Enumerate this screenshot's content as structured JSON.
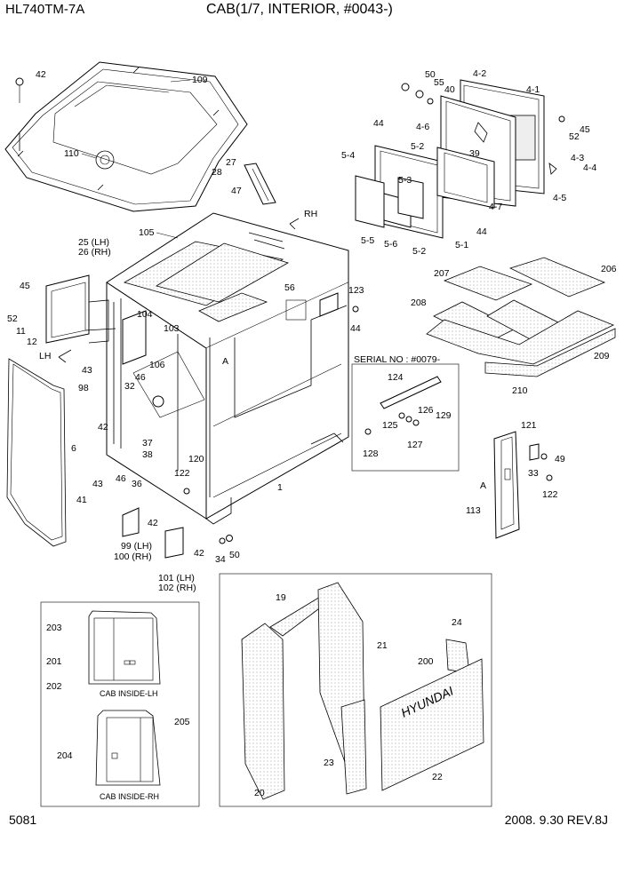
{
  "header": {
    "model": "HL740TM-7A",
    "title": "CAB(1/7, INTERIOR, #0043-)"
  },
  "footer": {
    "page": "5081",
    "revision": "2008. 9.30  REV.8J"
  },
  "serial_box": {
    "label": "SERIAL NO : #0079-"
  },
  "inset_lh": {
    "caption": "CAB INSIDE-LH"
  },
  "inset_rh": {
    "caption": "CAB INSIDE-RH"
  },
  "brand": "HYUNDAI",
  "arrows": {
    "rh": "RH",
    "lh": "LH"
  },
  "view_marks": {
    "a1": "A",
    "a2": "A"
  },
  "callouts": {
    "c42a": "42",
    "c109": "109",
    "c110": "110",
    "c27": "27",
    "c28": "28",
    "c47": "47",
    "c105": "105",
    "c25": "25 (LH)",
    "c26": "26 (RH)",
    "c45a": "45",
    "c52a": "52",
    "c11": "11",
    "c12": "12",
    "c104": "104",
    "c103": "103",
    "c56": "56",
    "c123": "123",
    "c44a": "44",
    "c43a": "43",
    "c98": "98",
    "c42b": "42",
    "c6": "6",
    "c32": "32",
    "c46a": "46",
    "c106": "106",
    "c37": "37",
    "c38": "38",
    "c120": "120",
    "c122a": "122",
    "c43b": "43",
    "c46b": "46",
    "c36": "36",
    "c41": "41",
    "c1": "1",
    "c42c": "42",
    "c99": "99 (LH)",
    "c100": "100 (RH)",
    "c42d": "42",
    "c101": "101 (LH)",
    "c102": "102 (RH)",
    "c34": "34",
    "c50a": "50",
    "c50b": "50",
    "c55": "55",
    "c40": "40",
    "c4_2": "4-2",
    "c4_1": "4-1",
    "c44b": "44",
    "c4_6": "4-6",
    "c45b": "45",
    "c52b": "52",
    "c5_4": "5-4",
    "c5_2a": "5-2",
    "c39": "39",
    "c4_3": "4-3",
    "c4_4": "4-4",
    "c4_5": "4-5",
    "c5_3": "5-3",
    "c4_7": "4-7",
    "c44c": "44",
    "c5_5": "5-5",
    "c5_6": "5-6",
    "c5_2b": "5-2",
    "c5_1": "5-1",
    "c207": "207",
    "c206": "206",
    "c208": "208",
    "c209": "209",
    "c210": "210",
    "c124": "124",
    "c126": "126",
    "c129": "129",
    "c125": "125",
    "c127": "127",
    "c128": "128",
    "c121": "121",
    "c49": "49",
    "c33": "33",
    "c122b": "122",
    "c113": "113",
    "c203": "203",
    "c201": "201",
    "c202": "202",
    "c204": "204",
    "c205": "205",
    "c19": "19",
    "c21": "21",
    "c24": "24",
    "c200": "200",
    "c23": "23",
    "c22": "22",
    "c20": "20"
  }
}
